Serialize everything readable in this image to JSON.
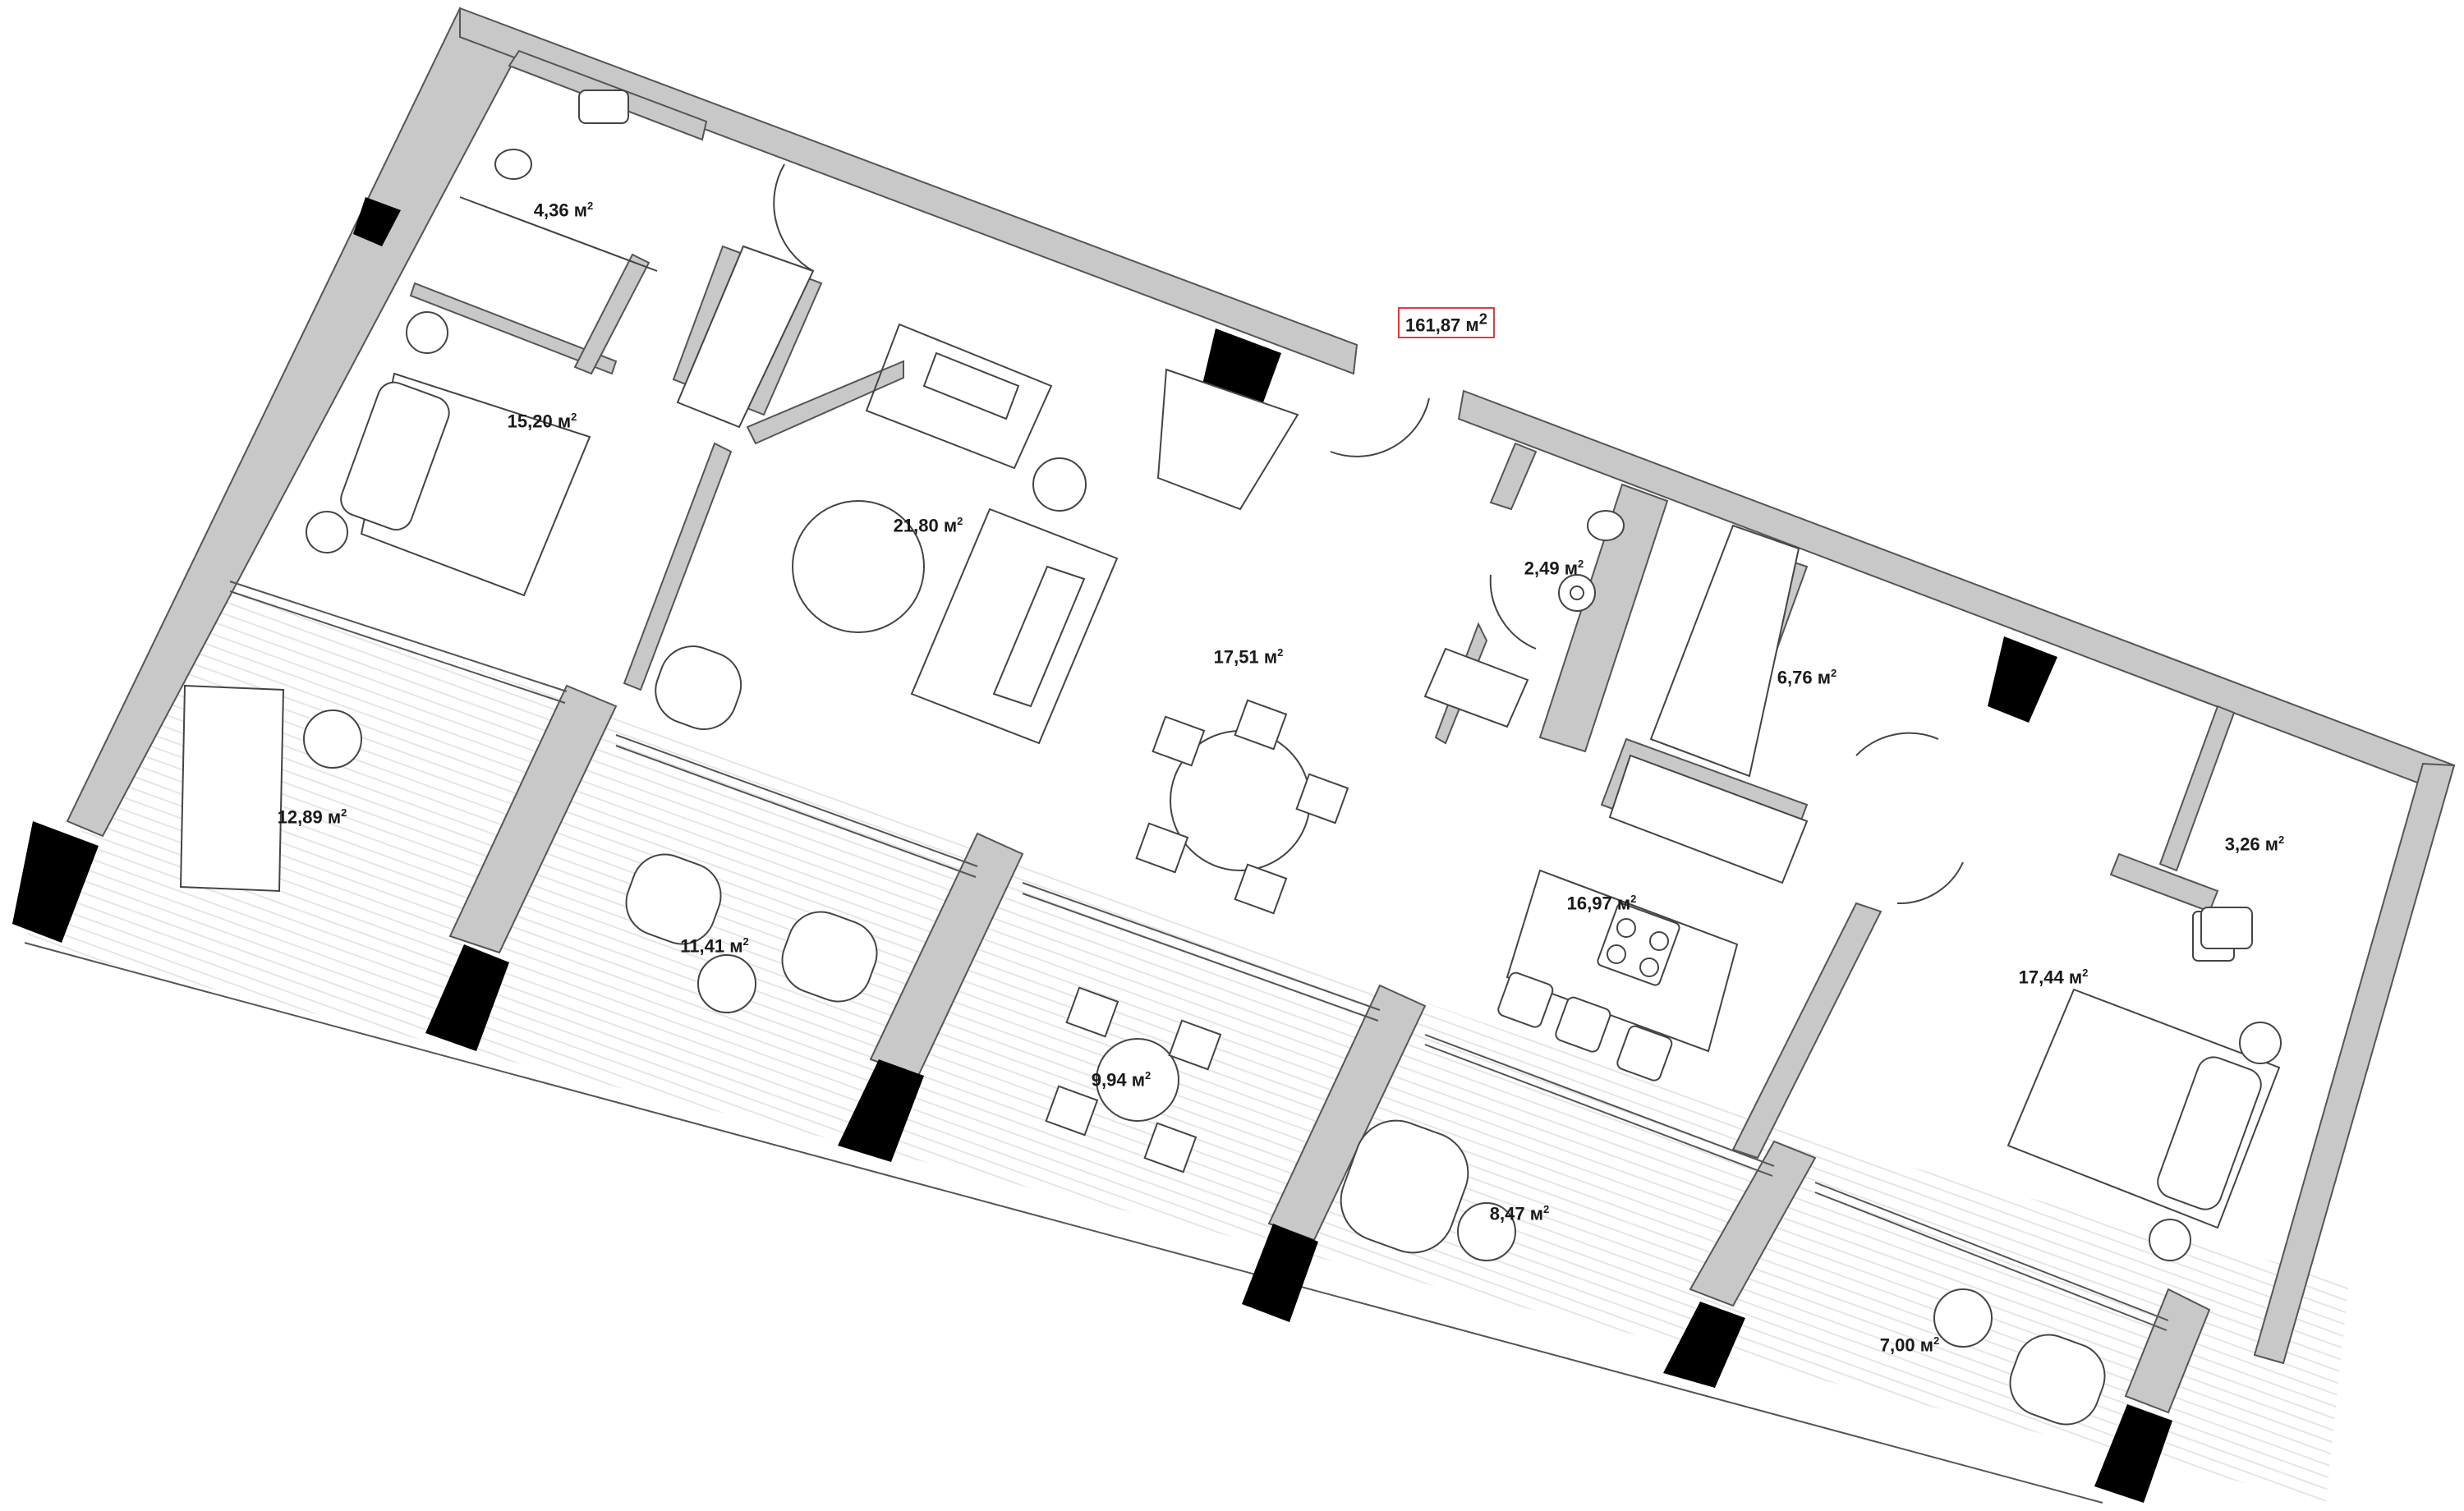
{
  "plan": {
    "total_area": "161,87",
    "unit": "м",
    "unit_power": "2",
    "rooms": [
      {
        "id": "bath-1",
        "area": "4,36"
      },
      {
        "id": "bedroom-1",
        "area": "15,20"
      },
      {
        "id": "living",
        "area": "21,80"
      },
      {
        "id": "dining",
        "area": "17,51"
      },
      {
        "id": "wc",
        "area": "2,49"
      },
      {
        "id": "pantry",
        "area": "6,76"
      },
      {
        "id": "kitchen",
        "area": "16,97"
      },
      {
        "id": "bath-2",
        "area": "3,26"
      },
      {
        "id": "bedroom-2",
        "area": "17,44"
      },
      {
        "id": "terrace-1",
        "area": "12,89"
      },
      {
        "id": "terrace-2",
        "area": "11,41"
      },
      {
        "id": "terrace-3",
        "area": "9,94"
      },
      {
        "id": "terrace-4",
        "area": "8,47"
      },
      {
        "id": "terrace-5",
        "area": "7,00"
      }
    ]
  },
  "colors": {
    "wall": "#c8c8c8",
    "wall_outline": "#555555",
    "column": "#000000",
    "line": "#444444",
    "terrace_hatch": "#e4e4e4",
    "total_box_border": "#e03c3c"
  }
}
